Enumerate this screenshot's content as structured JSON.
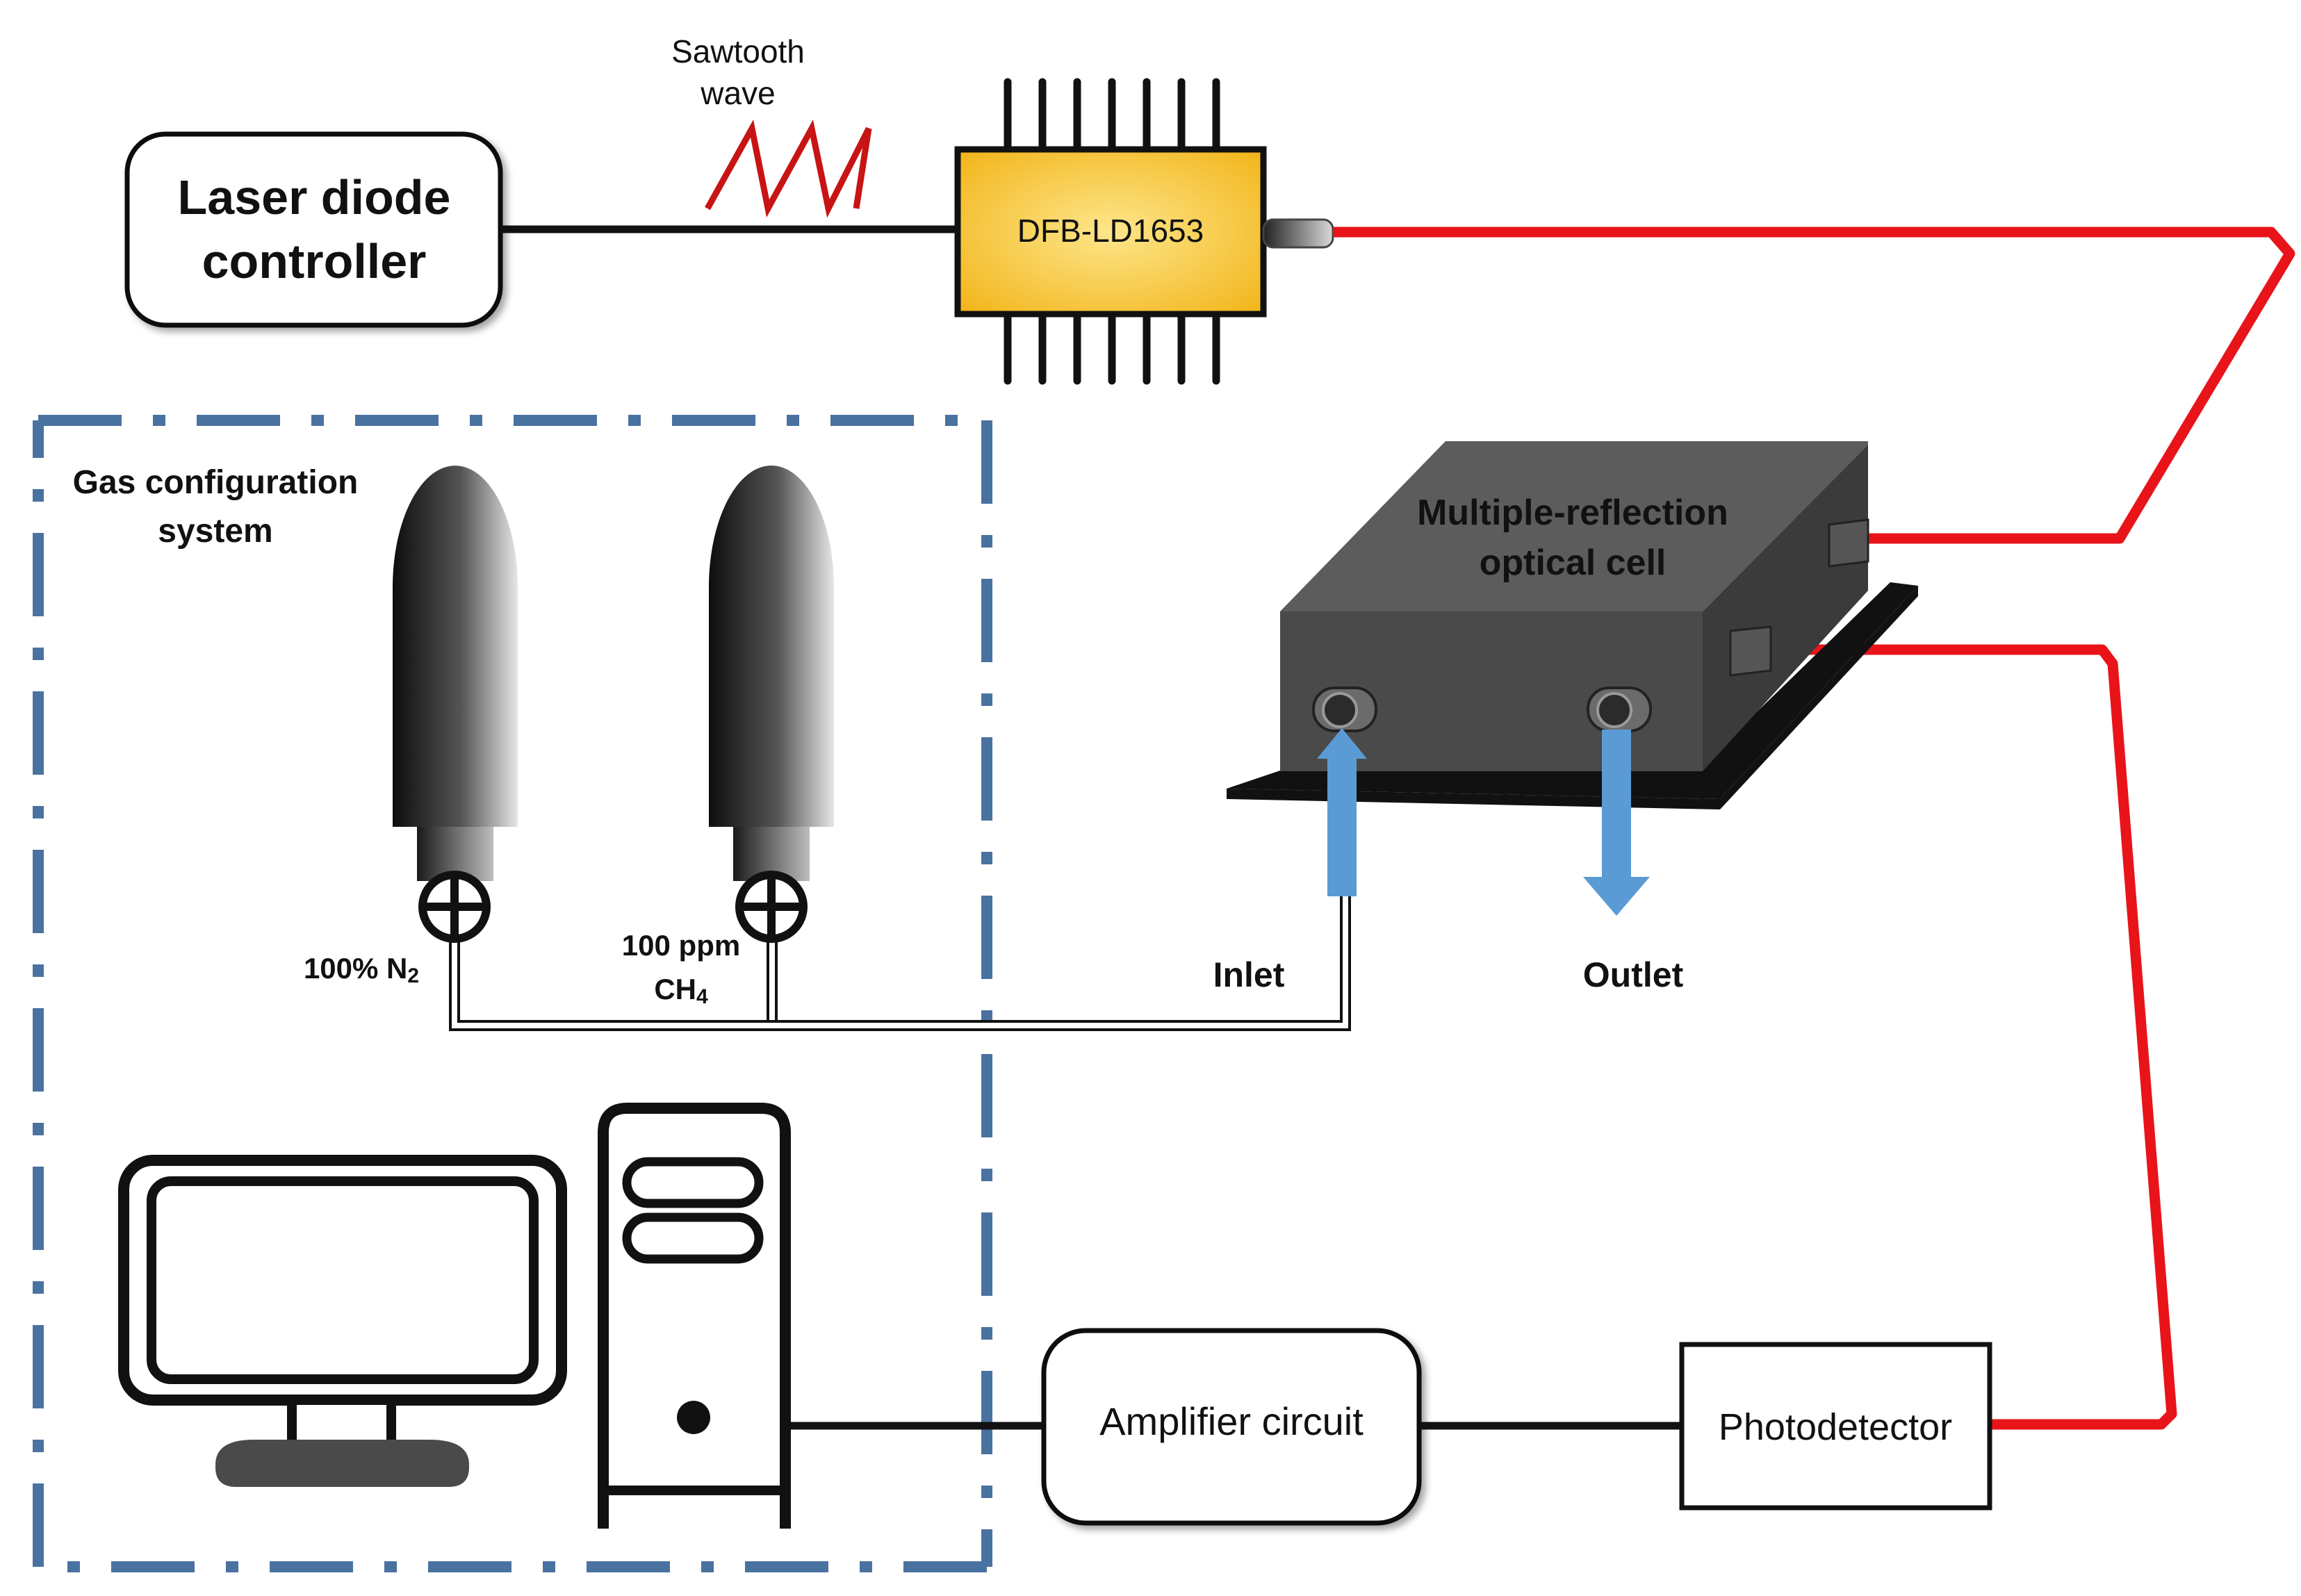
{
  "labels": {
    "laser_controller_line1": "Laser diode",
    "laser_controller_line2": "controller",
    "sawtooth_line1": "Sawtooth",
    "sawtooth_line2": "wave",
    "dfb": "DFB-LD1653",
    "gas_system_line1": "Gas configuration",
    "gas_system_line2": "system",
    "cell_line1": "Multiple-reflection",
    "cell_line2": "optical cell",
    "n2_prefix": "100% N",
    "n2_sub": "2",
    "ch4_line1": "100 ppm",
    "ch4_prefix": "CH",
    "ch4_sub": "4",
    "inlet": "Inlet",
    "outlet": "Outlet",
    "amplifier": "Amplifier circuit",
    "photodetector": "Photodetector"
  },
  "colors": {
    "fiber": "#e8141a",
    "fiber_end": "#f05a14",
    "gas_arrow": "#5b9bd5",
    "dash_box": "#4a72a0",
    "chip_fill": "#f6c12a",
    "cell_dark": "#4a4a4a"
  }
}
